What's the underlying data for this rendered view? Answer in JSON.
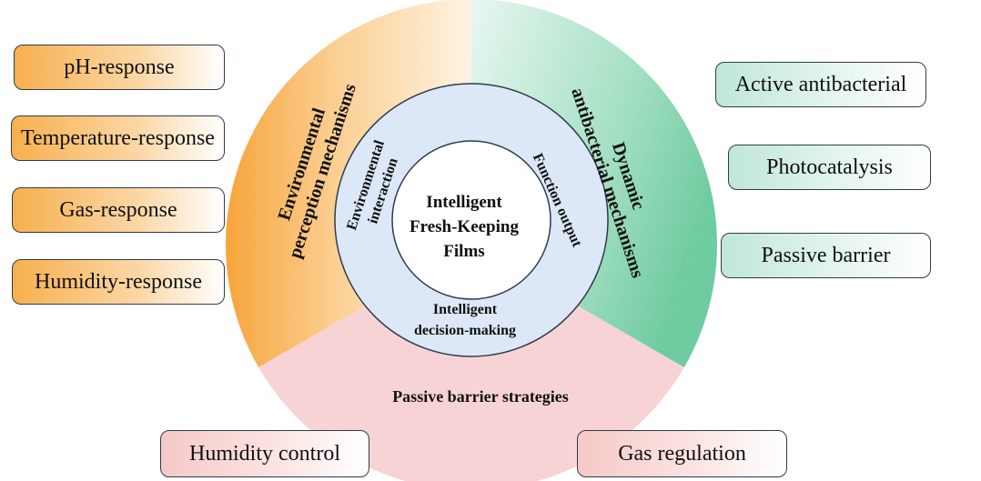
{
  "center": {
    "line1": "Intelligent",
    "line2": "Fresh-Keeping",
    "line3": "Films"
  },
  "inner_ring": {
    "left": {
      "line1": "Environmental",
      "line2": "interaction"
    },
    "right": "Function output",
    "bottom": {
      "line1": "Intelligent",
      "line2": "decision-making"
    }
  },
  "outer_ring": {
    "left": {
      "line1": "Environmental",
      "line2": "perception mechanisms"
    },
    "right": {
      "line1": "Dynamic",
      "line2": "antibacterial mechanisms"
    },
    "bottom": "Passive barrier strategies"
  },
  "boxes": {
    "perception": [
      "pH-response",
      "Temperature-response",
      "Gas-response",
      "Humidity-response"
    ],
    "antibacterial": [
      "Active antibacterial",
      "Photocatalysis",
      "Passive barrier"
    ],
    "barrier": [
      "Humidity control",
      "Gas regulation"
    ]
  },
  "colors": {
    "perception": "#f7a53c",
    "antibacterial": "#7fd1ac",
    "barrier": "#f7d3d6",
    "inner_ring": "#dce8f8",
    "outline": "#2f3b4c"
  }
}
